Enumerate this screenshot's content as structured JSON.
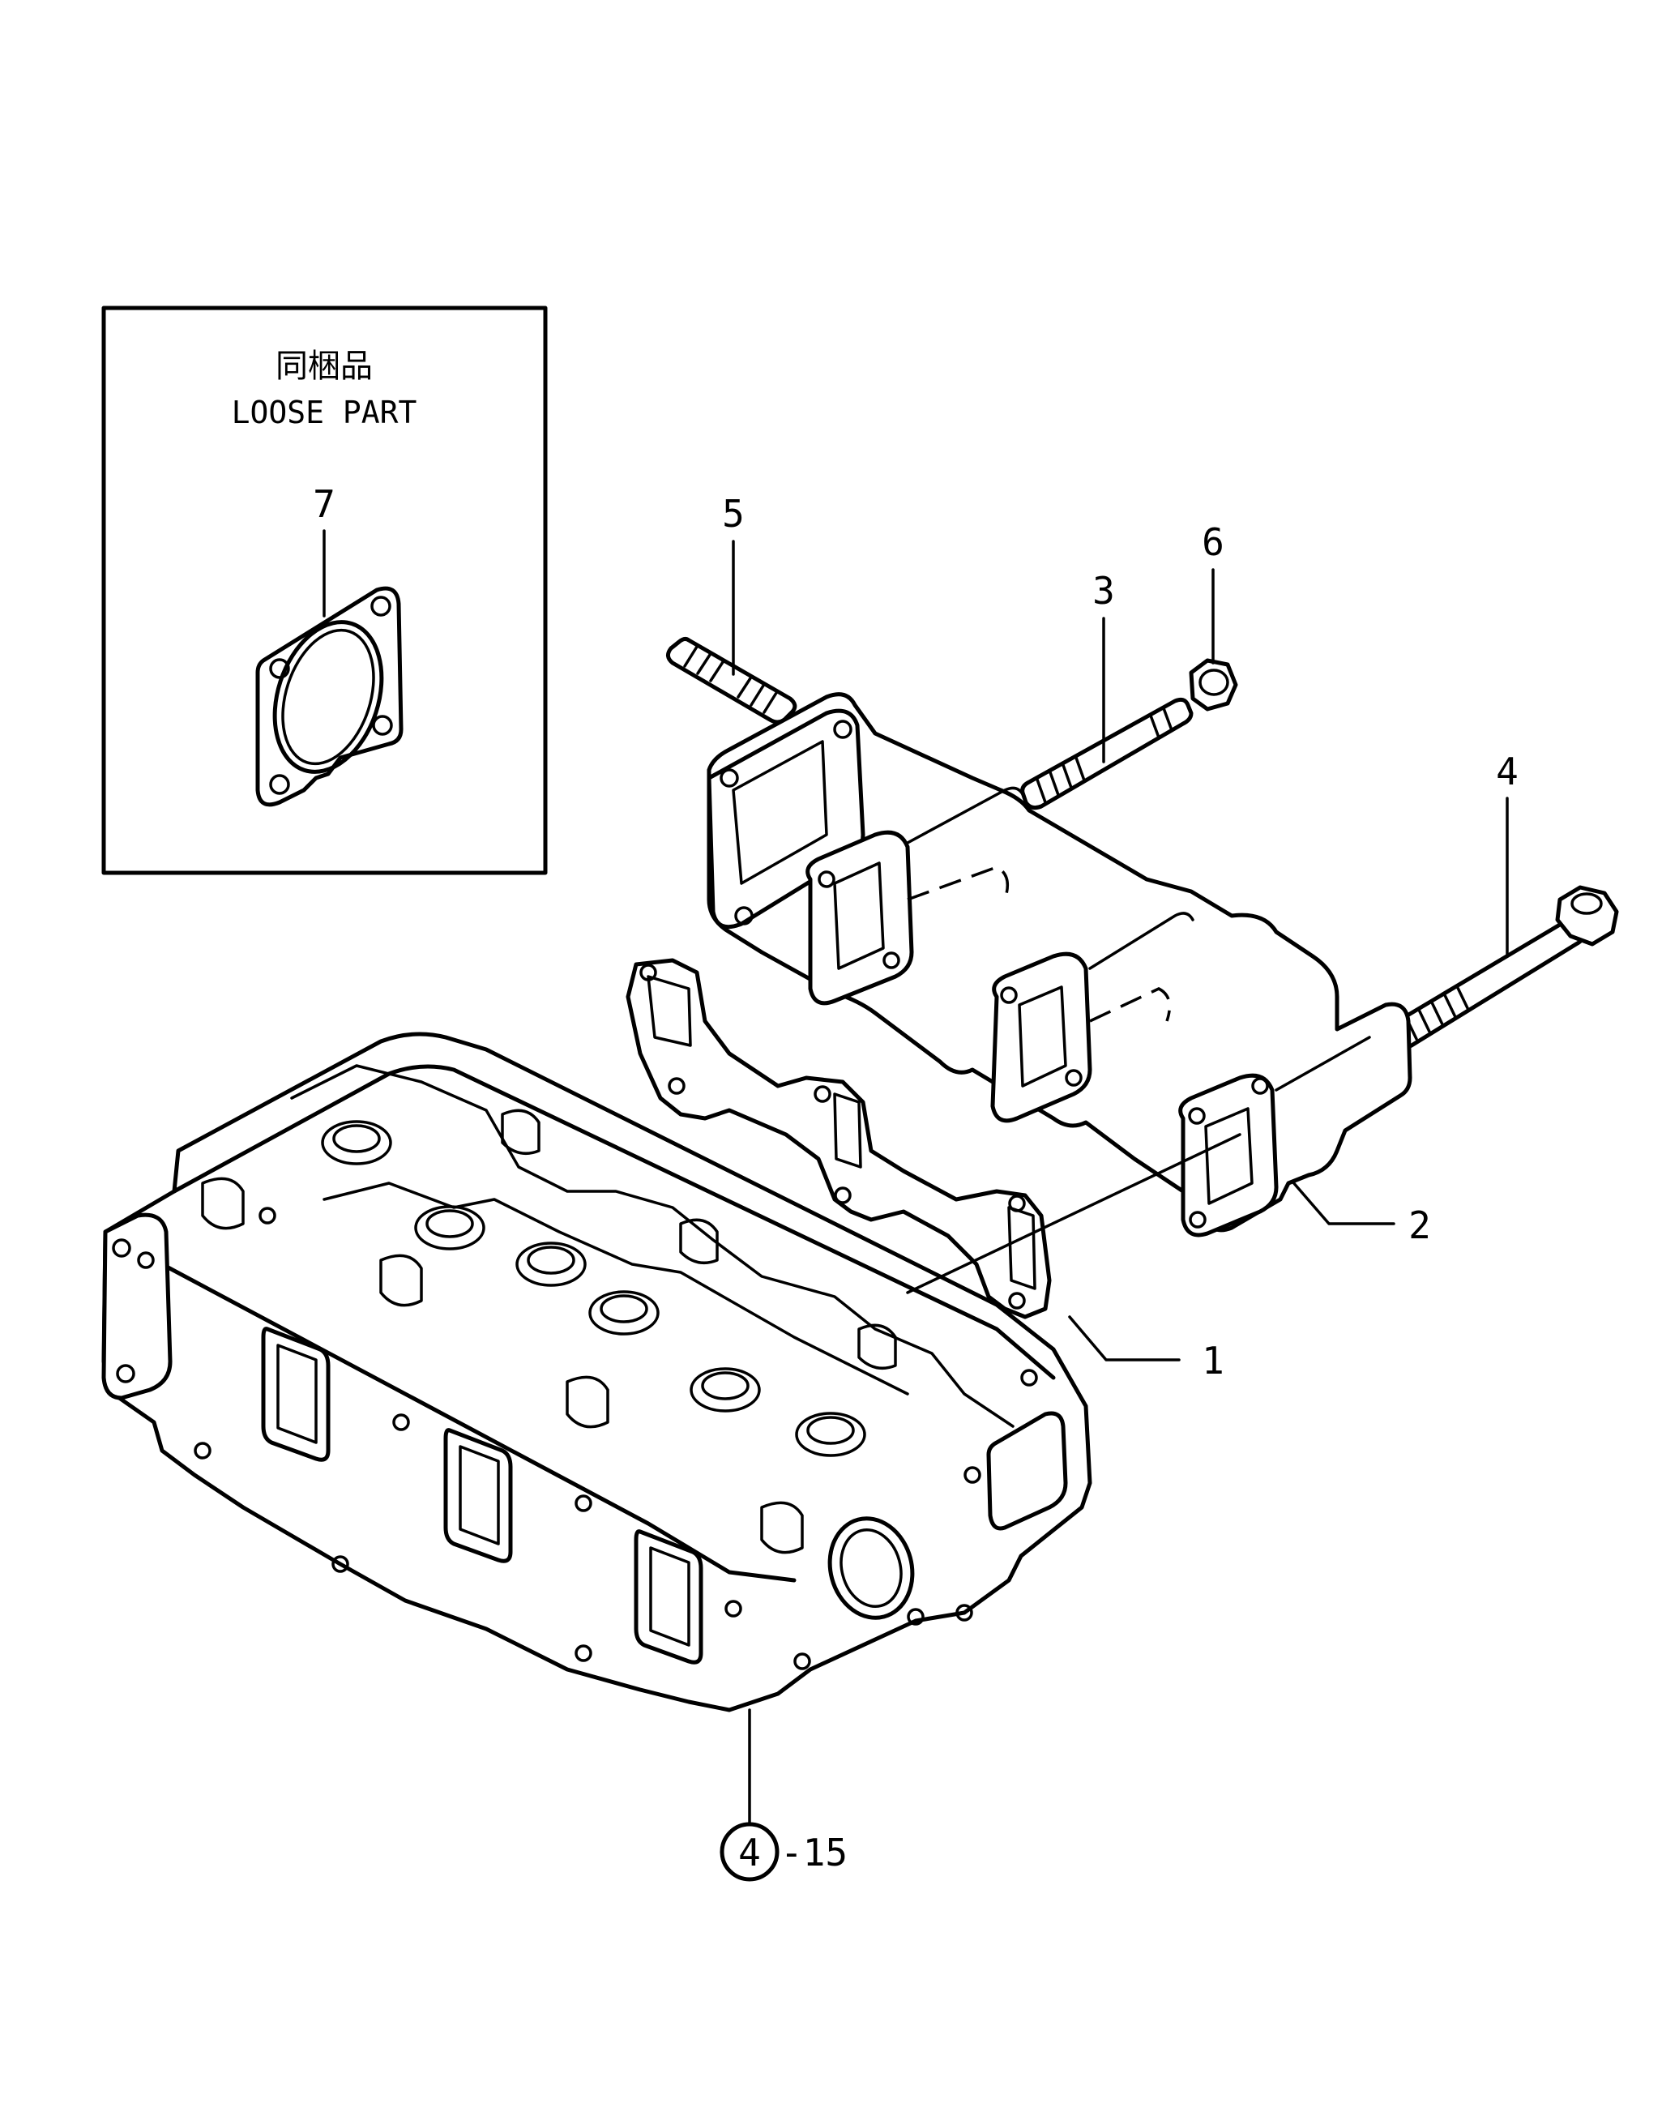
{
  "loose_part_box": {
    "title_jp": "同梱品",
    "title_en": "LOOSE PART",
    "item_number": "7"
  },
  "callouts": {
    "c1": "1",
    "c2": "2",
    "c3": "3",
    "c4": "4",
    "c5": "5",
    "c6": "6"
  },
  "reference": {
    "circle_number": "4",
    "suffix": "-15"
  }
}
